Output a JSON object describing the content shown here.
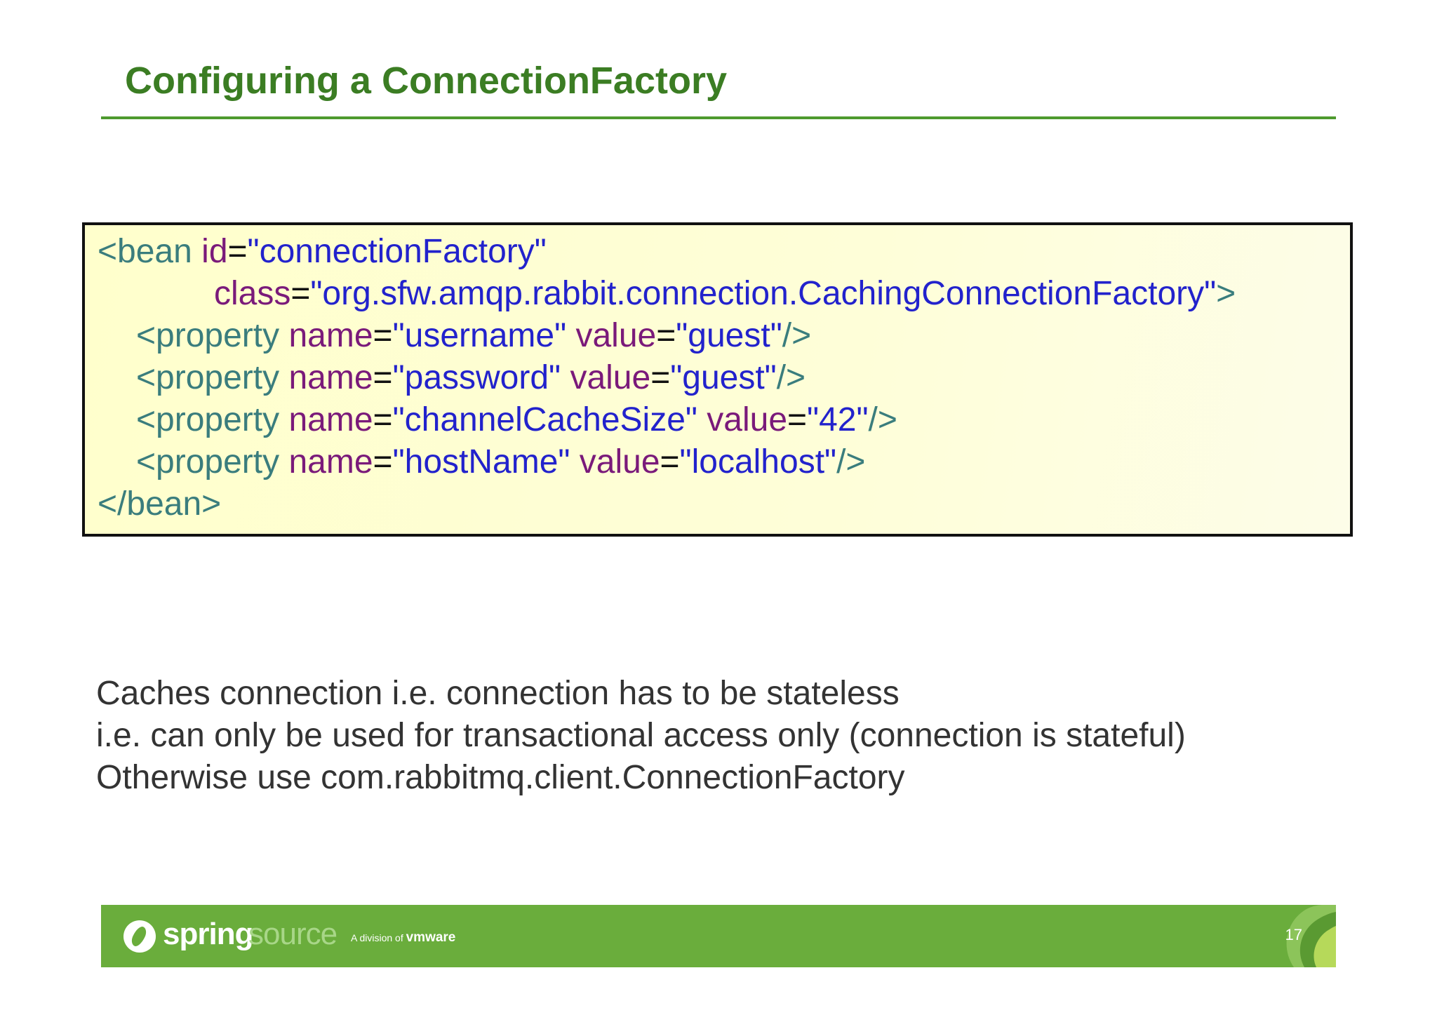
{
  "slide": {
    "title": "Configuring a ConnectionFactory"
  },
  "code": {
    "line1": {
      "open": "<bean",
      "attr1": "id",
      "eq1": "=",
      "val1": "\"connectionFactory\""
    },
    "line2": {
      "attr1": "class",
      "eq1": "=",
      "val1": "\"org.sfw.amqp.rabbit.connection.CachingConnectionFactory\"",
      "close": ">"
    },
    "properties": [
      {
        "open": "<property",
        "name_attr": "name",
        "eq1": "=",
        "name_val": "\"username\"",
        "value_attr": "value",
        "eq2": "=",
        "value_val": "\"guest\"",
        "close": "/>"
      },
      {
        "open": "<property",
        "name_attr": "name",
        "eq1": "=",
        "name_val": "\"password\"",
        "value_attr": "value",
        "eq2": "=",
        "value_val": "\"guest\"",
        "close": "/>"
      },
      {
        "open": "<property",
        "name_attr": "name",
        "eq1": "=",
        "name_val": "\"channelCacheSize\"",
        "value_attr": "value",
        "eq2": "=",
        "value_val": "\"42\"",
        "close": "/>"
      },
      {
        "open": "<property",
        "name_attr": "name",
        "eq1": "=",
        "name_val": "\"hostName\"",
        "value_attr": "value",
        "eq2": "=",
        "value_val": "\"localhost\"",
        "close": "/>"
      }
    ],
    "end_tag": "</bean>"
  },
  "notes": [
    "Caches connection i.e. connection has to be stateless",
    "i.e. can only be used for transactional access only (connection is stateful)",
    "Otherwise use com.rabbitmq.client.ConnectionFactory"
  ],
  "footer": {
    "logo_spring": "spring",
    "logo_source": "source",
    "tagline_prefix": "A division of",
    "tagline_brand": "vmware",
    "page_number": "17"
  },
  "colors": {
    "title_green": "#3b7d23",
    "footer_green": "#6aad3c",
    "code_bg": "#ffffcc",
    "tag_teal": "#3a7d7d",
    "attr_purple": "#7a1a7a",
    "string_blue": "#2222cc"
  }
}
